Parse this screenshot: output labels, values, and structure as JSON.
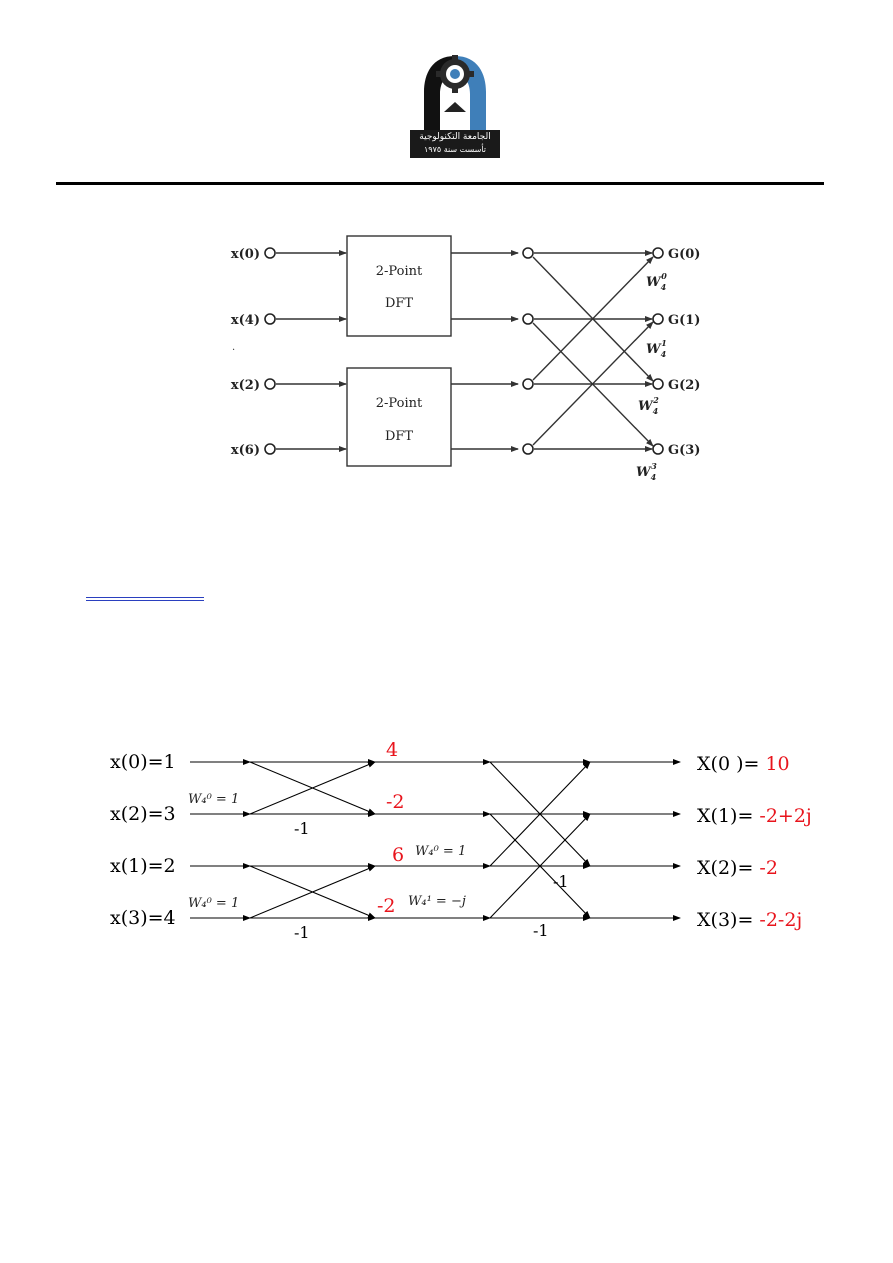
{
  "logo": {
    "arabic_text": "الجامعة التكنولوجية",
    "founded_text": "تأسست سنة ١٩٧٥"
  },
  "diagram1": {
    "inputs": [
      "x(0)",
      "x(4)",
      "x(2)",
      "x(6)"
    ],
    "outputs": [
      "G(0)",
      "G(1)",
      "G(2)",
      "G(3)"
    ],
    "dft_block_line1": "2-Point",
    "dft_block_line2": "DFT",
    "twiddle_base": "W",
    "twiddle_sub": "4",
    "twiddle_exps": [
      "0",
      "1",
      "2",
      "3"
    ],
    "stray_mark": "."
  },
  "diagram2": {
    "inputs": [
      "x(0)=1",
      "x(2)=3",
      "x(1)=2",
      "x(3)=4"
    ],
    "intermediate": [
      "4",
      "-2",
      "6",
      "-2"
    ],
    "minus_one": "-1",
    "w0_label": "W₄⁰ = 1",
    "w1_label": "W₄¹ = −j",
    "outputs": [
      {
        "label": "X(0 )= ",
        "value": "10"
      },
      {
        "label": "X(1)= ",
        "value": "-2+2j"
      },
      {
        "label": "X(2)= ",
        "value": "-2"
      },
      {
        "label": "X(3)= ",
        "value": "-2-2j"
      }
    ]
  }
}
